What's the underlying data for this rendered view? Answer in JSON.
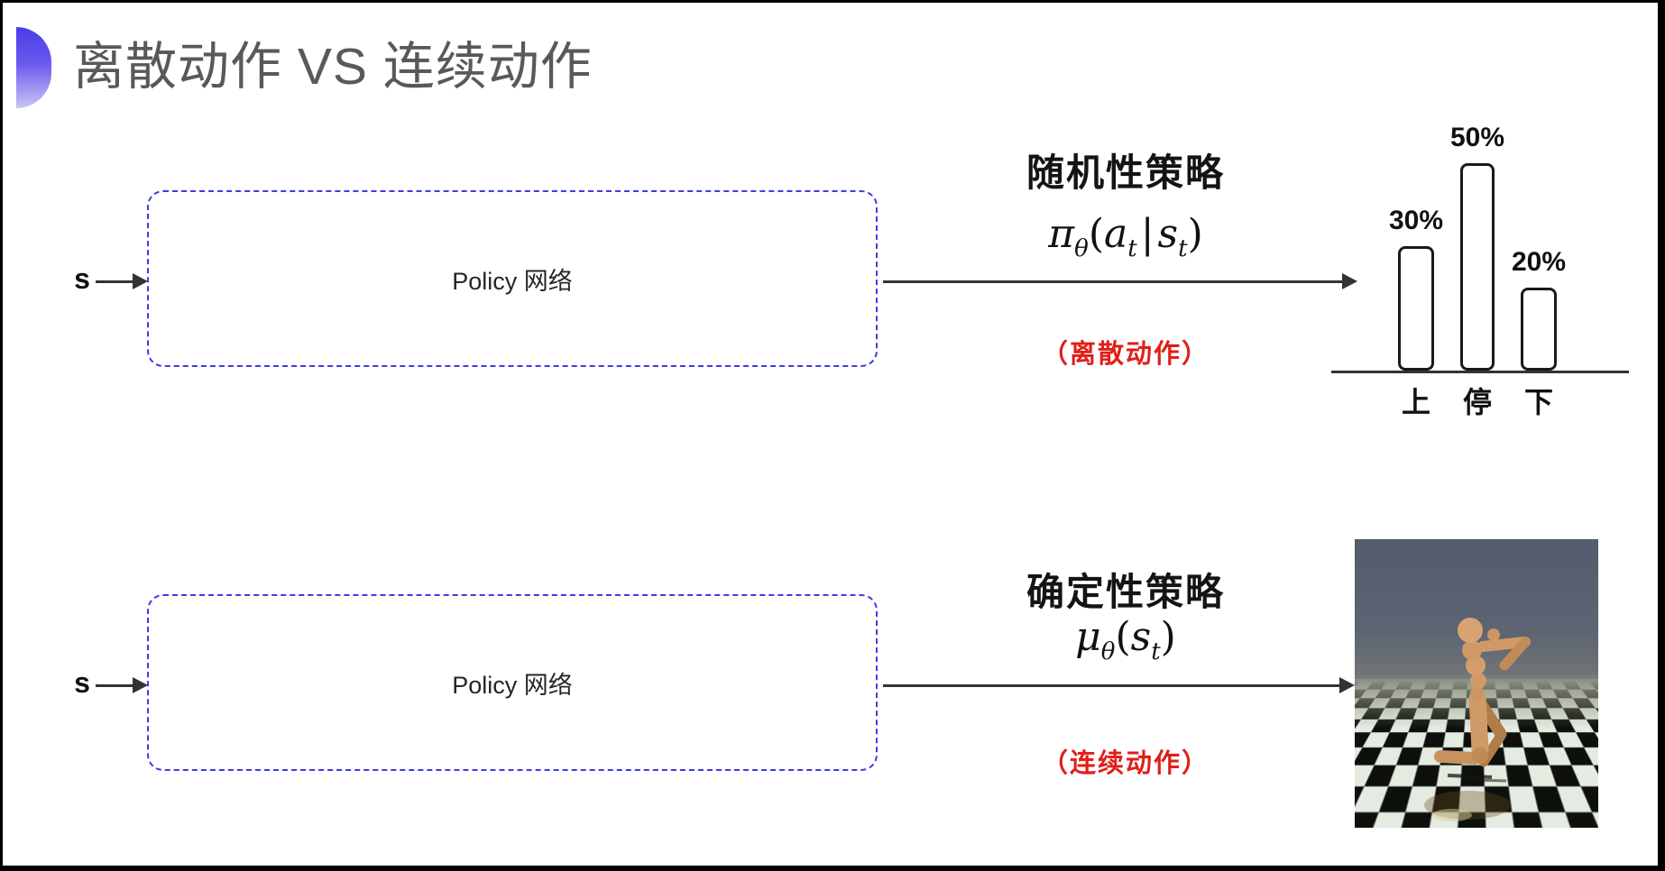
{
  "slide": {
    "title": "离散动作 VS 连续动作"
  },
  "colors": {
    "accent_bullet_top": "#4a3ce8",
    "accent_bullet_bottom": "#c9c4f4",
    "box_border_blue": "#3c3ce8",
    "highlight_red": "#df1f18",
    "title_gray": "#595959",
    "arrow": "#333333"
  },
  "rows": [
    {
      "input_label": "s",
      "box_label": "Policy 网络",
      "policy_type": "随机性策略",
      "formula": {
        "symbol": "π",
        "symbol_sub": "θ",
        "open": "(",
        "arg1": "a",
        "arg1_sub": "t",
        "bar": "|",
        "arg2": "s",
        "arg2_sub": "t",
        "close": ")"
      },
      "action_note": "（离散动作）"
    },
    {
      "input_label": "s",
      "box_label": "Policy 网络",
      "policy_type": "确定性策略",
      "formula": {
        "symbol": "μ",
        "symbol_sub": "θ",
        "open": "(",
        "arg": "s",
        "arg_sub": "t",
        "close": ")"
      },
      "action_note": "（连续动作）"
    }
  ],
  "chart_data": {
    "type": "bar",
    "title": "",
    "categories": [
      "上",
      "停",
      "下"
    ],
    "values": [
      30,
      50,
      20
    ],
    "value_labels": [
      "30%",
      "50%",
      "20%"
    ],
    "unit": "%",
    "ylim": [
      0,
      55
    ],
    "grid": false,
    "legend": false,
    "style": "white outlined rounded bars above a single baseline, value labels above bars"
  },
  "robot_image": {
    "name": "mujoco-humanoid-simulation",
    "sky_color": "#5a6173",
    "checker_dark": "#0d100b",
    "checker_light": "#e4ebe0",
    "robot_color": "#d09a68"
  }
}
